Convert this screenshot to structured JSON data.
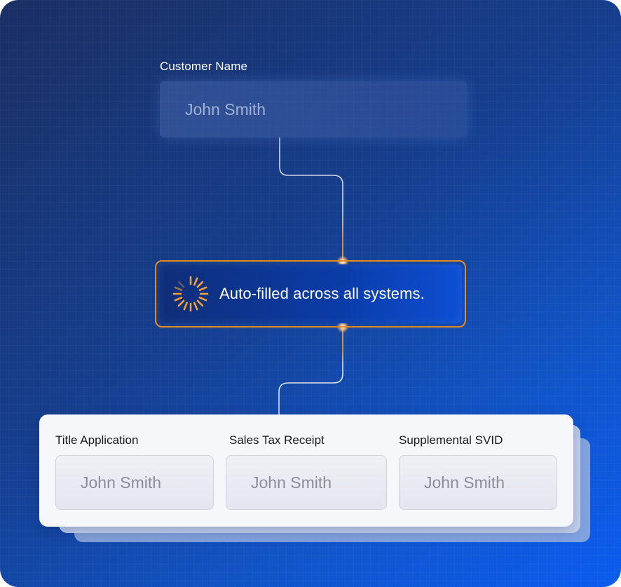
{
  "source_field": {
    "label": "Customer Name",
    "value": "John Smith"
  },
  "status": {
    "icon": "spinner-icon",
    "text": "Auto-filled across all systems.",
    "border_color": "#e58a1f",
    "accent_color": "#f5a033"
  },
  "targets": [
    {
      "label": "Title Application",
      "value": "John Smith"
    },
    {
      "label": "Sales Tax Receipt",
      "value": "John Smith"
    },
    {
      "label": "Supplemental SVID",
      "value": "John Smith"
    }
  ]
}
